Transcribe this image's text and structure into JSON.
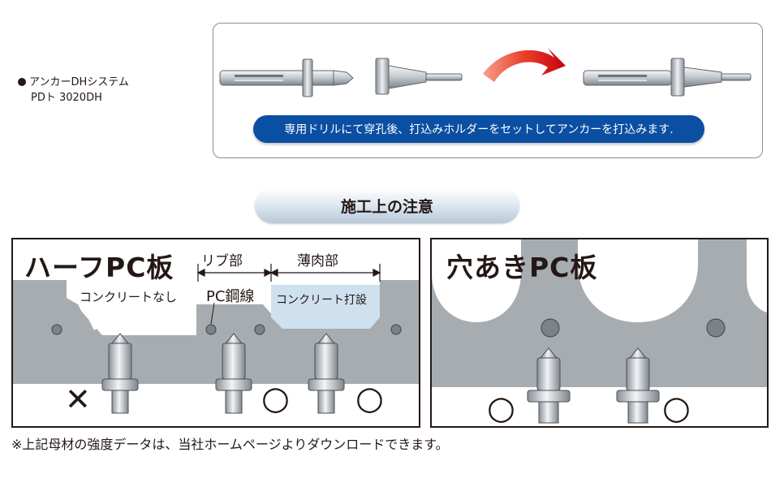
{
  "product": {
    "name": "アンカーDHシステム",
    "model": "PDト 3020DH"
  },
  "process": {
    "caption": "専用ドリルにて穿孔後、打込みホルダーをセットしてアンカーを打込みます."
  },
  "section": {
    "heading": "施工上の注意"
  },
  "half_pc": {
    "title": "ハーフPC板",
    "labels": {
      "rib": "リブ部",
      "thin": "薄肉部",
      "no_concrete": "コンクリートなし",
      "pc_wire": "PC鋼線",
      "concrete_cast": "コンクリート打設"
    },
    "marks": [
      "✕",
      "○",
      "○"
    ]
  },
  "holed_pc": {
    "title": "穴あきPC板",
    "marks": [
      "○",
      "○"
    ]
  },
  "note": "※上記母材の強度データは、当社ホームページよりダウンロードできます。",
  "colors": {
    "caption_blue": "#0b4fa3",
    "slab_gray": "#a7acb1",
    "cast_blue": "#cfe0ef",
    "arrow_red": "#e50012"
  }
}
